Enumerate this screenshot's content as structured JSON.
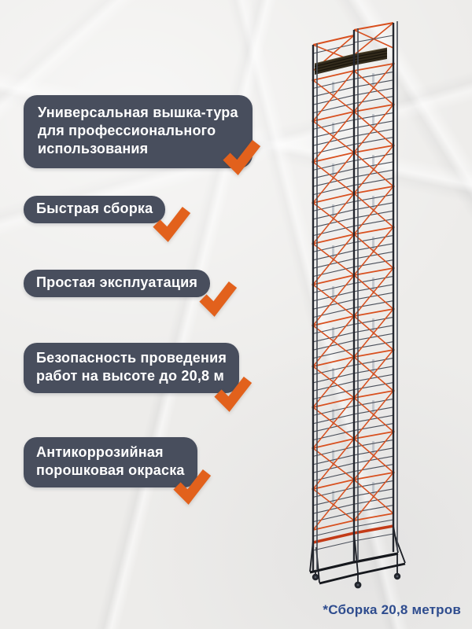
{
  "features": [
    {
      "label": "Универсальная вышка-тура\nдля профессионального\nиспользования"
    },
    {
      "label": "Быстрая сборка"
    },
    {
      "label": "Простая эксплуатация"
    },
    {
      "label": "Безопасность проведения\nработ на высоте до 20,8 м"
    },
    {
      "label": "Антикоррозийная\nпорошковая окраска"
    }
  ],
  "footnote": {
    "text": "*Сборка 20,8 метров"
  },
  "colors": {
    "paper_background": "#edecea",
    "callout_background": "#484e5d",
    "callout_text": "#ffffff",
    "accent_orange": "#e2611c",
    "footnote_text": "#2e4c8e",
    "tower_frame": "#23262e",
    "tower_rung": "#4a4f5a",
    "tower_brace": "#d8501f",
    "tower_base_red": "#c33b18",
    "platform_wood": "#332b1c"
  },
  "icons": [
    {
      "name": "check-icon",
      "meaning": "feature checkmark",
      "glyph": "✔"
    }
  ]
}
